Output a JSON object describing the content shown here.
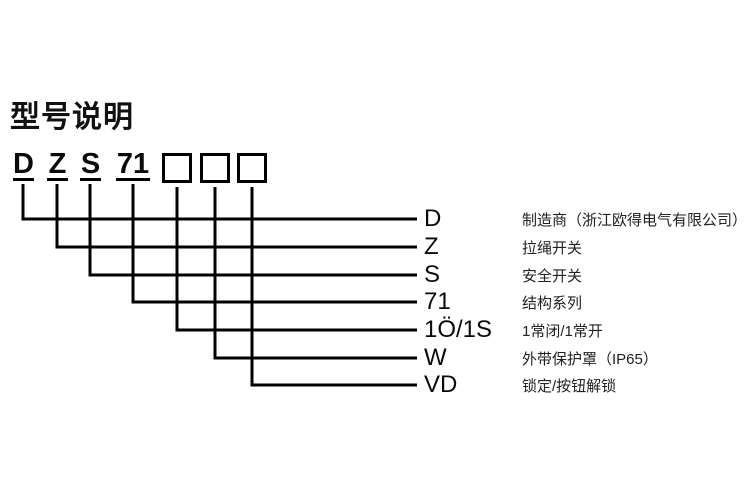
{
  "page": {
    "title": "型号说明"
  },
  "model": {
    "parts": [
      "D",
      "Z",
      "S",
      "71"
    ],
    "blank_box_count": 3
  },
  "legend": {
    "rows": [
      {
        "code": "D",
        "description": "制造商（浙江欧得电气有限公司）"
      },
      {
        "code": "Z",
        "description": "拉绳开关"
      },
      {
        "code": "S",
        "description": "安全开关"
      },
      {
        "code": "71",
        "description": "结构系列"
      },
      {
        "code": "1Ö/1S",
        "description": "1常闭/1常开"
      },
      {
        "code": "W",
        "description": "外带保护罩（IP65）"
      },
      {
        "code": "VD",
        "description": "锁定/按钮解锁"
      }
    ]
  },
  "colors": {
    "background": "#ffffff",
    "line": "#000000",
    "text": "#111111"
  }
}
